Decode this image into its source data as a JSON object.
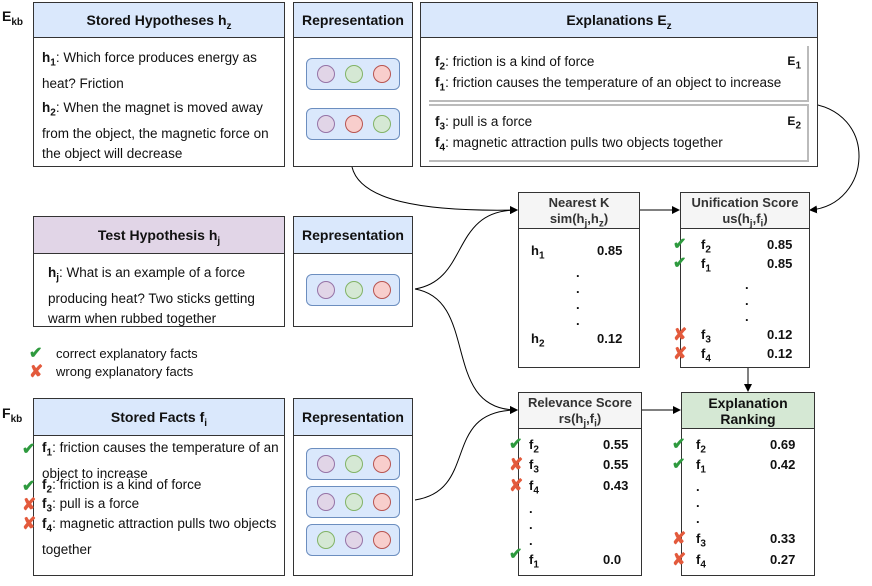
{
  "labels": {
    "ekb": "E",
    "ekb_sub": "kb",
    "fkb": "F",
    "fkb_sub": "kb"
  },
  "stored_hyp": {
    "title": "Stored Hypotheses h",
    "title_sub": "z",
    "h1_id": "h",
    "h1_sub": "1",
    "h1_text": ": Which force produces energy as heat? Friction",
    "h2_id": "h",
    "h2_sub": "2",
    "h2_text": ": When the magnet is moved away from the object, the magnetic force on the object will decrease"
  },
  "representation_label": "Representation",
  "explanations": {
    "title": "Explanations E",
    "title_sub": "z",
    "e1": {
      "tag": "E",
      "tag_sub": "1",
      "facts": [
        {
          "id": "f",
          "sub": "2",
          "text": ": friction is a kind of force"
        },
        {
          "id": "f",
          "sub": "1",
          "text": ": friction causes the temperature of an object to increase"
        }
      ]
    },
    "e2": {
      "tag": "E",
      "tag_sub": "2",
      "facts": [
        {
          "id": "f",
          "sub": "3",
          "text": ": pull is a force"
        },
        {
          "id": "f",
          "sub": "4",
          "text": ": magnetic attraction pulls two objects together"
        }
      ]
    }
  },
  "test_hyp": {
    "title": "Test Hypothesis h",
    "title_sub": "j",
    "id": "h",
    "sub": "j",
    "text": ": What is an example of a force producing heat? Two sticks getting warm when rubbed together"
  },
  "legend": {
    "correct": "correct explanatory facts",
    "wrong": "wrong explanatory facts"
  },
  "stored_facts": {
    "title": "Stored Facts f",
    "title_sub": "i",
    "facts": [
      {
        "id": "f",
        "sub": "1",
        "text": ": friction causes the temperature of an object to increase",
        "mark": "correct"
      },
      {
        "id": "f",
        "sub": "2",
        "text": ": friction is a kind of force",
        "mark": "correct"
      },
      {
        "id": "f",
        "sub": "3",
        "text": ": pull is a force",
        "mark": "wrong"
      },
      {
        "id": "f",
        "sub": "4",
        "text": ": magnetic attraction pulls two objects together",
        "mark": "wrong"
      }
    ]
  },
  "nearest": {
    "title1": "Nearest K",
    "title2": "sim(h",
    "title2_sub": "j",
    "title2_mid": ",h",
    "title2_sub2": "z",
    "title2_end": ")",
    "rows": [
      {
        "id": "h",
        "sub": "1",
        "value": "0.85"
      },
      {
        "id": "h",
        "sub": "2",
        "value": "0.12"
      }
    ]
  },
  "unification": {
    "title1": "Unification Score",
    "title2": "us(h",
    "title2_sub": "j",
    "title2_mid": ",f",
    "title2_sub2": "i",
    "title2_end": ")",
    "rows": [
      {
        "id": "f",
        "sub": "2",
        "value": "0.85",
        "mark": "correct"
      },
      {
        "id": "f",
        "sub": "1",
        "value": "0.85",
        "mark": "correct"
      },
      {
        "id": "f",
        "sub": "3",
        "value": "0.12",
        "mark": "wrong"
      },
      {
        "id": "f",
        "sub": "4",
        "value": "0.12",
        "mark": "wrong"
      }
    ]
  },
  "relevance": {
    "title1": "Relevance Score",
    "title2": "rs(h",
    "title2_sub": "j",
    "title2_mid": ",f",
    "title2_sub2": "i",
    "title2_end": ")",
    "rows": [
      {
        "id": "f",
        "sub": "2",
        "value": "0.55",
        "mark": "correct"
      },
      {
        "id": "f",
        "sub": "3",
        "value": "0.55",
        "mark": "wrong"
      },
      {
        "id": "f",
        "sub": "4",
        "value": "0.43",
        "mark": "wrong"
      },
      {
        "id": "f",
        "sub": "1",
        "value": "0.0",
        "mark": "correct"
      }
    ]
  },
  "ranking": {
    "title1": "Explanation",
    "title2": "Ranking",
    "rows": [
      {
        "id": "f",
        "sub": "2",
        "value": "0.69",
        "mark": "correct"
      },
      {
        "id": "f",
        "sub": "1",
        "value": "0.42",
        "mark": "correct"
      },
      {
        "id": "f",
        "sub": "3",
        "value": "0.33",
        "mark": "wrong"
      },
      {
        "id": "f",
        "sub": "4",
        "value": "0.27",
        "mark": "wrong"
      }
    ]
  },
  "ellipsis": "."
}
